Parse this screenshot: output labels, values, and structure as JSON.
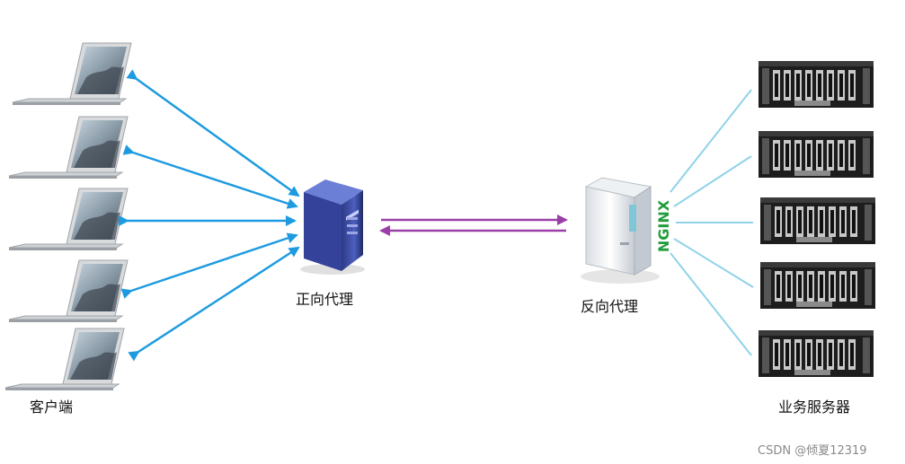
{
  "labels": {
    "clients": "客户端",
    "forward_proxy": "正向代理",
    "reverse_proxy": "反向代理",
    "servers": "业务服务器",
    "nginx_brand": "NGINX"
  },
  "watermark": "CSDN @倾夏12319",
  "colors": {
    "client_arrow": "#1e9be0",
    "proxy_link": "#9b3fa8",
    "server_line": "#8fd3e8",
    "nginx_green": "#1f9d3a"
  }
}
